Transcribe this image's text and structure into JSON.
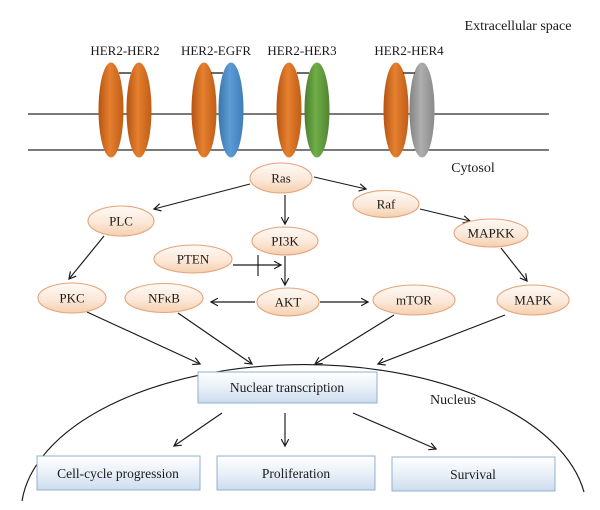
{
  "figure": {
    "regions": {
      "extracellular": "Extracellular space",
      "cytosol": "Cytosol",
      "nucleus": "Nucleus"
    },
    "receptors": [
      {
        "label": "HER2-HER2",
        "pair": [
          "HER2",
          "HER2"
        ]
      },
      {
        "label": "HER2-EGFR",
        "pair": [
          "HER2",
          "EGFR"
        ]
      },
      {
        "label": "HER2-HER3",
        "pair": [
          "HER2",
          "HER3"
        ]
      },
      {
        "label": "HER2-HER4",
        "pair": [
          "HER2",
          "HER4"
        ]
      }
    ],
    "nodes": {
      "ras": "Ras",
      "plc": "PLC",
      "raf": "Raf",
      "pi3k": "PI3K",
      "mapkk": "MAPKK",
      "pten": "PTEN",
      "pkc": "PKC",
      "nfkb": "NFκB",
      "akt": "AKT",
      "mtor": "mTOR",
      "mapk": "MAPK"
    },
    "boxes": {
      "nuclear_transcription": "Nuclear transcription",
      "cell_cycle": "Cell-cycle progression",
      "proliferation": "Proliferation",
      "survival": "Survival"
    },
    "colors": {
      "her2_receptor": "#d2691e",
      "egfr_receptor": "#4a8fc7",
      "her3_receptor": "#5d9440",
      "her4_receptor": "#9d9d9d",
      "node_fill_top": "#fdf6ef",
      "node_fill_bottom": "#f6d0ae",
      "node_stroke": "#e5a379",
      "box_fill_top": "#ffffff",
      "box_fill_bottom": "#ccdcee",
      "box_stroke": "#93afcd",
      "line": "#1a1a1a"
    }
  }
}
